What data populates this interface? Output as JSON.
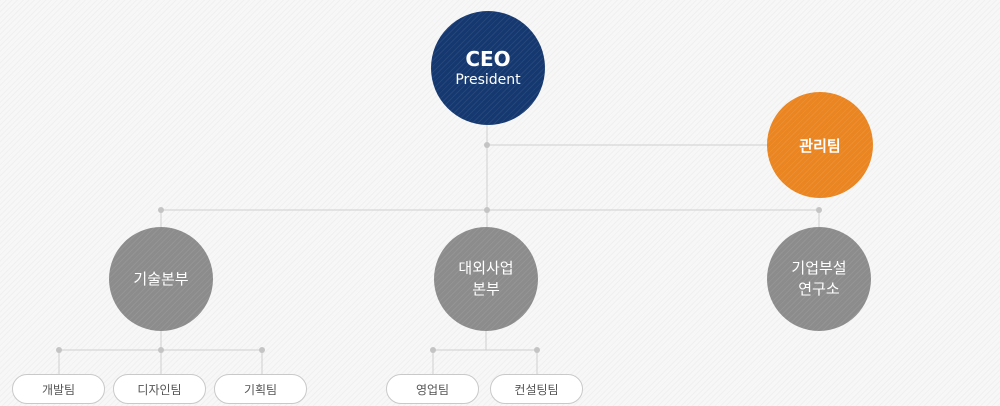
{
  "ceo": {
    "title": "CEO",
    "subtitle": "President"
  },
  "admin": {
    "label": "관리팀"
  },
  "divisions": {
    "tech": {
      "label": "기술본부"
    },
    "business": {
      "line1": "대외사업",
      "line2": "본부"
    },
    "lab": {
      "line1": "기업부설",
      "line2": "연구소"
    }
  },
  "teams": {
    "dev": "개발팀",
    "design": "디자인팀",
    "planning": "기획팀",
    "sales": "영업팀",
    "consulting": "컨설팅팀"
  },
  "colors": {
    "ceo": "#14386f",
    "admin": "#ea8521",
    "division": "#8c8c8c",
    "connector": "#cfcfcf",
    "connector_dot": "#c4c4c4"
  }
}
